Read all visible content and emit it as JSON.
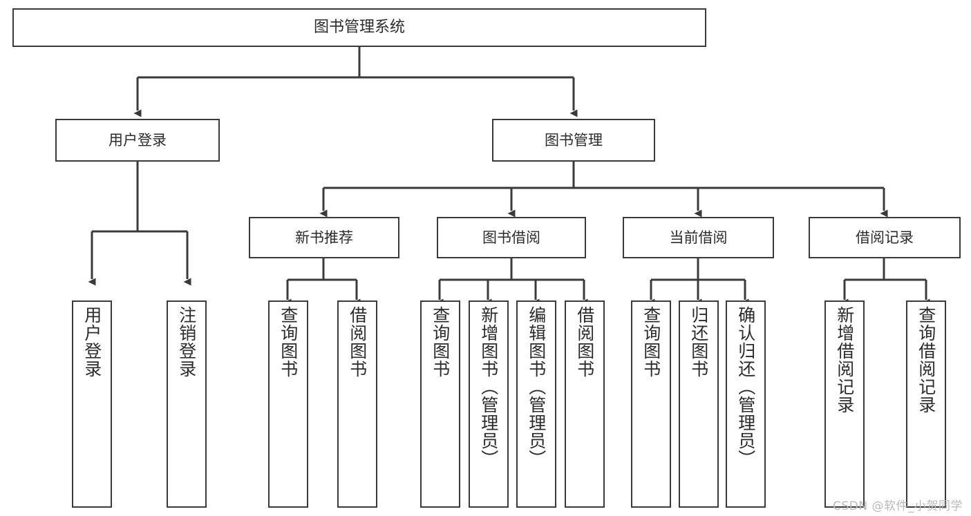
{
  "diagram": {
    "title": "图书管理系统",
    "type": "tree",
    "root": {
      "label": "图书管理系统"
    },
    "level2": [
      {
        "id": "user-login",
        "label": "用户登录"
      },
      {
        "id": "book-manage",
        "label": "图书管理"
      }
    ],
    "level3": [
      {
        "id": "new-book-rec",
        "label": "新书推荐"
      },
      {
        "id": "book-borrow",
        "label": "图书借阅"
      },
      {
        "id": "current-borrow",
        "label": "当前借阅"
      },
      {
        "id": "borrow-record",
        "label": "借阅记录"
      }
    ],
    "leaves": [
      {
        "id": "leaf-1",
        "label": "用户登录",
        "parent": "user-login"
      },
      {
        "id": "leaf-2",
        "label": "注销登录",
        "parent": "user-login"
      },
      {
        "id": "leaf-3",
        "label": "查询图书",
        "parent": "new-book-rec"
      },
      {
        "id": "leaf-4",
        "label": "借阅图书",
        "parent": "new-book-rec"
      },
      {
        "id": "leaf-5",
        "label": "查询图书",
        "parent": "book-borrow"
      },
      {
        "id": "leaf-6",
        "label": "新增图书（管理员）",
        "parent": "book-borrow"
      },
      {
        "id": "leaf-7",
        "label": "编辑图书（管理员）",
        "parent": "book-borrow"
      },
      {
        "id": "leaf-8",
        "label": "借阅图书",
        "parent": "book-borrow"
      },
      {
        "id": "leaf-9",
        "label": "查询图书",
        "parent": "current-borrow"
      },
      {
        "id": "leaf-10",
        "label": "归还图书",
        "parent": "current-borrow"
      },
      {
        "id": "leaf-11",
        "label": "确认归还（管理员）",
        "parent": "current-borrow"
      },
      {
        "id": "leaf-12",
        "label": "新增借阅记录",
        "parent": "borrow-record"
      },
      {
        "id": "leaf-13",
        "label": "查询借阅记录",
        "parent": "borrow-record"
      }
    ],
    "colors": {
      "box_border": "#3a3a3a",
      "box_fill": "#ffffff",
      "connector": "#3a3a3a",
      "text": "#2b2b2b",
      "watermark": "#b9b9b9",
      "background": "#ffffff"
    }
  },
  "watermark": {
    "text": "CSDN @软件_小贺同学"
  }
}
